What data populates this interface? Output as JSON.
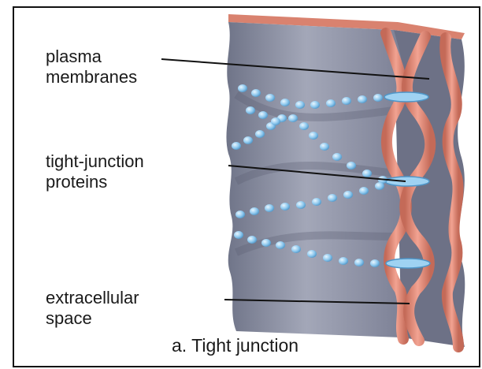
{
  "labels": {
    "plasma_membranes": [
      "plasma",
      "membranes"
    ],
    "tight_junction_proteins": [
      "tight-junction",
      "proteins"
    ],
    "extracellular_space": [
      "extracellular",
      "space"
    ]
  },
  "caption": "a. Tight junction",
  "colors": {
    "membrane_front": "#e48a78",
    "membrane_edge": "#b85a4a",
    "cell_face": "#8e93a6",
    "cell_face_dark": "#5e6276",
    "protein": "#8ec8ee",
    "protein_edge": "#4f96c8",
    "leader_line": "#111111"
  }
}
